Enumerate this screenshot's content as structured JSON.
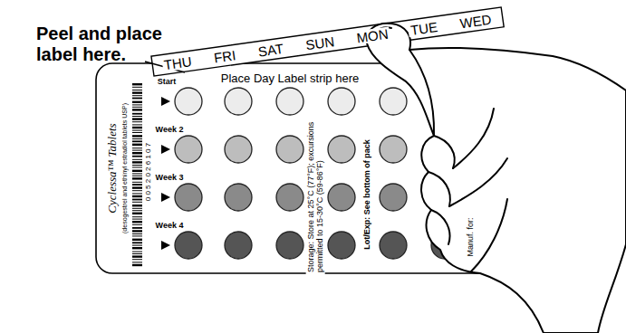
{
  "diagram": {
    "nodes": [
      {
        "text": [
          "Place Day Label strip here",
          "Start",
          "Week 2",
          "Week 3",
          "Week 4",
          "Cyclessa™ Tablets",
          "(desogestrel and ethinyl estradiol tablets USP)",
          "0 0 5 2 0 2 6 1 0 7",
          "Storage: Store at 25°C (77°F); excursions permitted to 15-30°C (59-86°F)",
          "Lot/Exp: See bottom of pack",
          "Manuf. for:"
        ]
      },
      {
        "text": [
          "THU",
          "FRI",
          "SAT",
          "SUN",
          "MON",
          "TUE",
          "WED"
        ]
      }
    ],
    "labels": [
      "Peel and place label here."
    ]
  }
}
